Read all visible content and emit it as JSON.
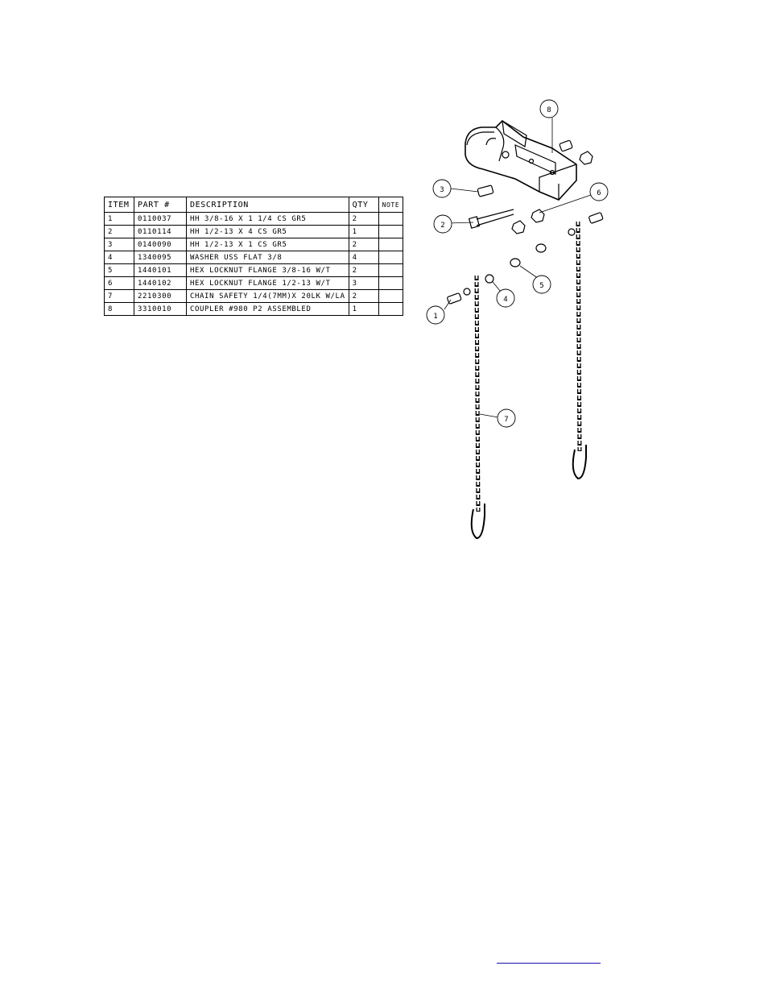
{
  "bom": {
    "headers": [
      "ITEM",
      "PART #",
      "DESCRIPTION",
      "QTY",
      "NOTE"
    ],
    "rows": [
      [
        "1",
        "0110037",
        "HH 3/8-16 X 1 1/4 CS GR5",
        "2",
        ""
      ],
      [
        "2",
        "0110114",
        "HH 1/2-13 X 4 CS GR5",
        "1",
        ""
      ],
      [
        "3",
        "0140090",
        "HH 1/2-13 X 1 CS GR5",
        "2",
        ""
      ],
      [
        "4",
        "1340095",
        "WASHER USS FLAT 3/8",
        "4",
        ""
      ],
      [
        "5",
        "1440101",
        "HEX LOCKNUT FLANGE 3/8-16 W/T",
        "2",
        ""
      ],
      [
        "6",
        "1440102",
        "HEX LOCKNUT FLANGE 1/2-13 W/T",
        "3",
        ""
      ],
      [
        "7",
        "2210300",
        "CHAIN SAFETY 1/4(7MM)X 20LK W/LA",
        "2",
        ""
      ],
      [
        "8",
        "3310010",
        "COUPLER #980 P2 ASSEMBLED",
        "1",
        ""
      ]
    ]
  },
  "callouts": [
    "1",
    "2",
    "3",
    "4",
    "5",
    "6",
    "7",
    "8"
  ],
  "footer": {
    "link_text": ""
  }
}
